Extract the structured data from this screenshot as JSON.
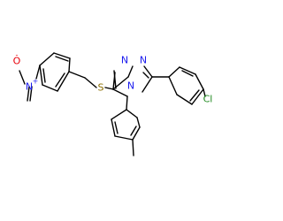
{
  "molecule": {
    "atoms": {
      "n_triazole_1": "N",
      "n_triazole_2": "N",
      "n_triazole_4": "N",
      "sulfur": "S",
      "chlorine": "Cl",
      "nitro_n": "N",
      "nitro_o": "O",
      "nitro_n_charge": "+",
      "nitro_o_charge": "-"
    },
    "colors": {
      "nitrogen": "#1a1aee",
      "oxygen": "#e8000b",
      "sulfur": "#8c6e00",
      "chlorine": "#1f8a1f",
      "bond": "#000000"
    }
  }
}
